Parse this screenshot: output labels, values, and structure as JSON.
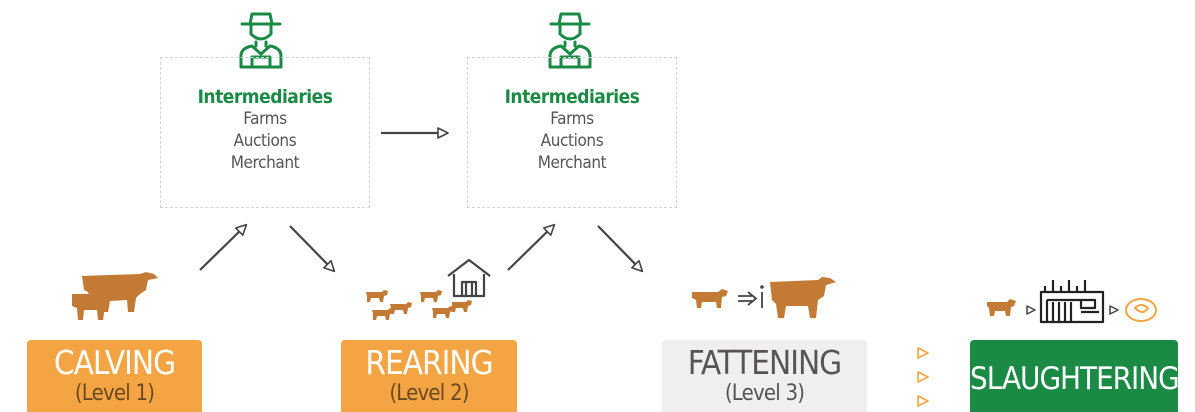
{
  "colors": {
    "green": "#1a8a45",
    "orange": "#f4a442",
    "cattle": "#c27a34",
    "grey_box": "#f0efed",
    "grey_text": "#555555",
    "dashed": "#d4d4d4",
    "arrow": "#444444"
  },
  "intermediaries": [
    {
      "title": "Intermediaries",
      "items": [
        "Farms",
        "Auctions",
        "Merchant"
      ],
      "icon": "farmer-icon"
    },
    {
      "title": "Intermediaries",
      "items": [
        "Farms",
        "Auctions",
        "Merchant"
      ],
      "icon": "farmer-icon"
    }
  ],
  "stages": [
    {
      "name": "CALVING",
      "level": "(Level 1)",
      "icon": "cow-and-calf-icon"
    },
    {
      "name": "REARING",
      "level": "(Level 2)",
      "icon": "calves-and-barn-icon"
    },
    {
      "name": "FATTENING",
      "level": "(Level 3)",
      "icon": "cow-growth-icon"
    },
    {
      "name": "SLAUGHTERING",
      "icon": "slaughterhouse-icon"
    }
  ]
}
